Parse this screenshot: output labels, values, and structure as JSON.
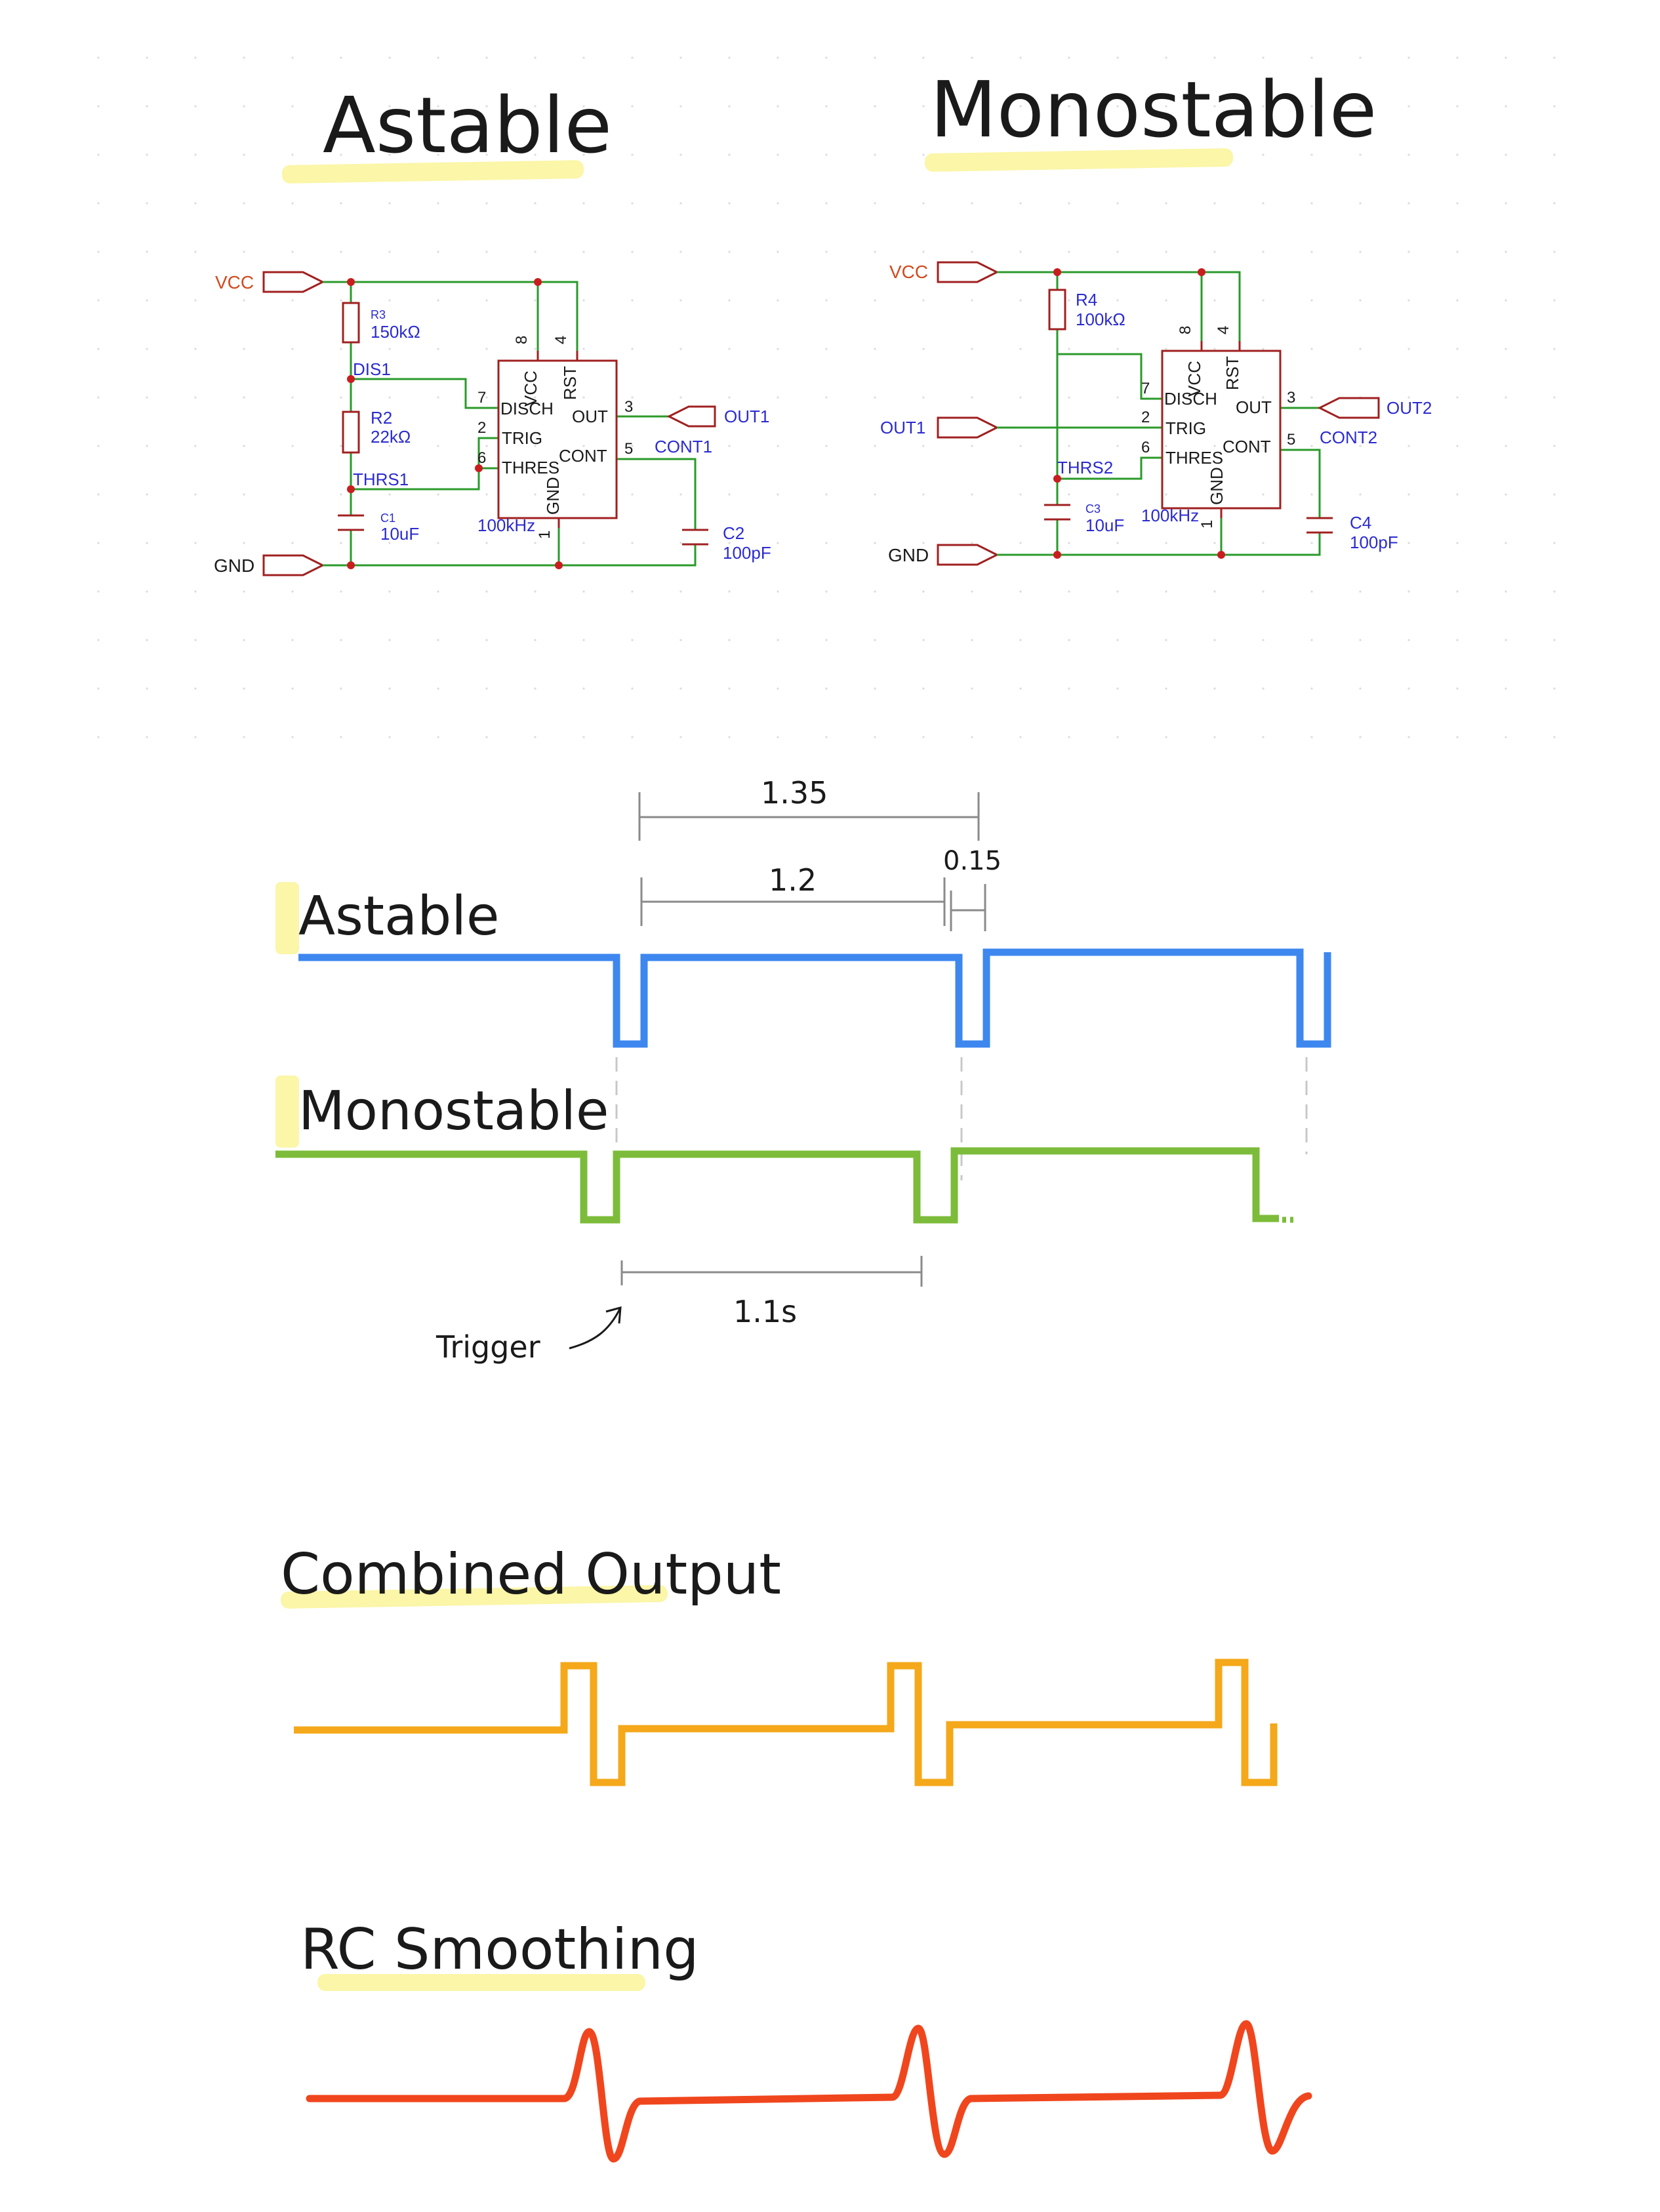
{
  "titles": {
    "astable": "Astable",
    "monostable": "Monostable"
  },
  "astable_circuit": {
    "vcc": "VCC",
    "gnd": "GND",
    "r3_ref": "R3",
    "r3_val": "150kΩ",
    "dis_net": "DIS1",
    "r2_ref": "R2",
    "r2_val": "22kΩ",
    "thrs_net": "THRS1",
    "c1_ref": "C1",
    "c1_val": "10uF",
    "freq": "100kHz",
    "pin8": "8",
    "pin4": "4",
    "pin7": "7",
    "pin2": "2",
    "pin6": "6",
    "pin3": "3",
    "pin5": "5",
    "pin1": "1",
    "chip_vcc": "VCC",
    "chip_rst": "RST",
    "chip_disch": "DISCH",
    "chip_out": "OUT",
    "chip_trig": "TRIG",
    "chip_thres": "THRES",
    "chip_cont": "CONT",
    "chip_gnd": "GND",
    "out_port": "OUT1",
    "cont_net": "CONT1",
    "c2_ref": "C2",
    "c2_val": "100pF"
  },
  "monostable_circuit": {
    "vcc": "VCC",
    "gnd": "GND",
    "in_port": "OUT1",
    "r4_ref": "R4",
    "r4_val": "100kΩ",
    "thrs_net": "THRS2",
    "c3_ref": "C3",
    "c3_val": "10uF",
    "freq": "100kHz",
    "pin8": "8",
    "pin4": "4",
    "pin7": "7",
    "pin2": "2",
    "pin6": "6",
    "pin3": "3",
    "pin5": "5",
    "pin1": "1",
    "chip_vcc": "VCC",
    "chip_rst": "RST",
    "chip_disch": "DISCH",
    "chip_out": "OUT",
    "chip_trig": "TRIG",
    "chip_thres": "THRES",
    "chip_cont": "CONT",
    "chip_gnd": "GND",
    "out_port": "OUT2",
    "cont_net": "CONT2",
    "c4_ref": "C4",
    "c4_val": "100pF"
  },
  "timing": {
    "period_label": "1.35",
    "high_label": "1.2",
    "low_label": "0.15",
    "astable_label": "Astable",
    "monostable_label": "Monostable",
    "mono_pulse_label": "1.1s",
    "trigger_label": "Trigger"
  },
  "sections": {
    "combined": "Combined Output",
    "smoothing": "RC Smoothing"
  },
  "colors": {
    "astable_wave": "#3d87ef",
    "mono_wave": "#7cbc3a",
    "combined_wave": "#f4a81a",
    "rc_wave": "#f0461e",
    "highlight": "#fbf6a8",
    "wire": "#2a9a2a",
    "component": "#a02020",
    "net_label": "#2b2bd0",
    "power_label": "#d04a1e"
  }
}
